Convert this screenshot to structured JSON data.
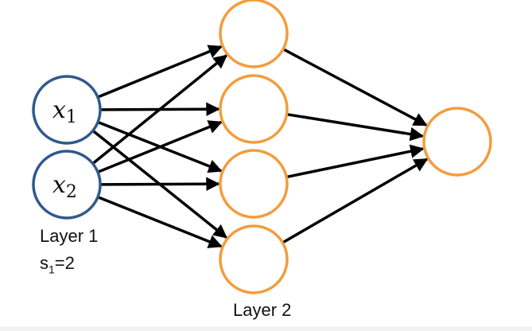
{
  "input_layer": {
    "nodes": [
      {
        "var": "x",
        "sub": "1"
      },
      {
        "var": "x",
        "sub": "2"
      }
    ],
    "label": "Layer 1",
    "size_label": {
      "base": "s",
      "sub": "1",
      "rest": "=2"
    }
  },
  "hidden_layer": {
    "node_count": 4,
    "label": "Layer 2"
  },
  "output_layer": {
    "node_count": 1
  },
  "colors": {
    "input_stroke": "#2e5a8c",
    "hidden_stroke": "#f39c3c",
    "edge": "#000000"
  }
}
